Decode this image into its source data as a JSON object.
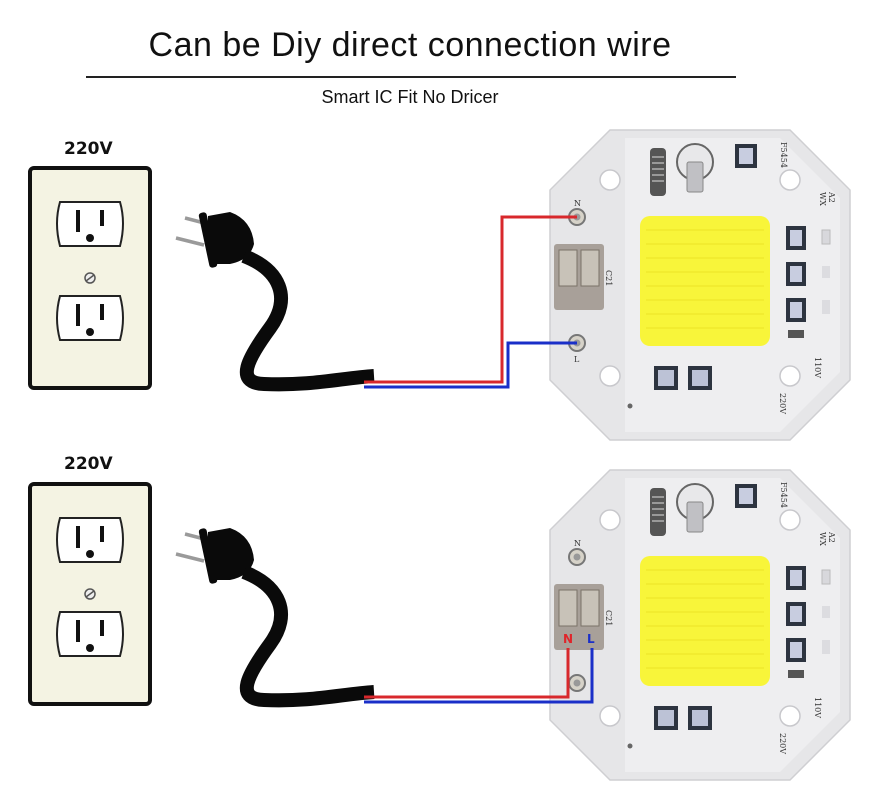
{
  "header": {
    "title": "Can be Diy direct connection wire",
    "subtitle": "Smart IC Fit No Dricer"
  },
  "panels": [
    {
      "id": "top",
      "outlet_voltage": "220V",
      "board": {
        "terminal_top_label": "N",
        "terminal_bottom_label": "L",
        "connector_label": "C21",
        "ic_label": "F5454",
        "corner_label_a": "A2",
        "corner_label_b": "WX",
        "voltage_label_a": "110V",
        "voltage_label_b": "220V"
      },
      "wiring": "Red wire to N screw terminal, blue wire to L screw terminal"
    },
    {
      "id": "bottom",
      "outlet_voltage": "220V",
      "board": {
        "terminal_top_label": "N",
        "connector_label": "C21",
        "connector_n_label": "N",
        "connector_l_label": "L",
        "ic_label": "F5454",
        "corner_label_a": "A2",
        "corner_label_b": "WX",
        "voltage_label_a": "110V",
        "voltage_label_b": "220V"
      },
      "wiring": "Red wire to N clamp, blue wire to L clamp of push-in connector"
    }
  ],
  "colors": {
    "live_wire": "#d8282c",
    "neutral_wire": "#1a2fc8",
    "cob_led": "#f8f53a",
    "outlet_plate": "#f4f3e3",
    "board": "#e6e6e8",
    "connector": "#a8a099"
  }
}
